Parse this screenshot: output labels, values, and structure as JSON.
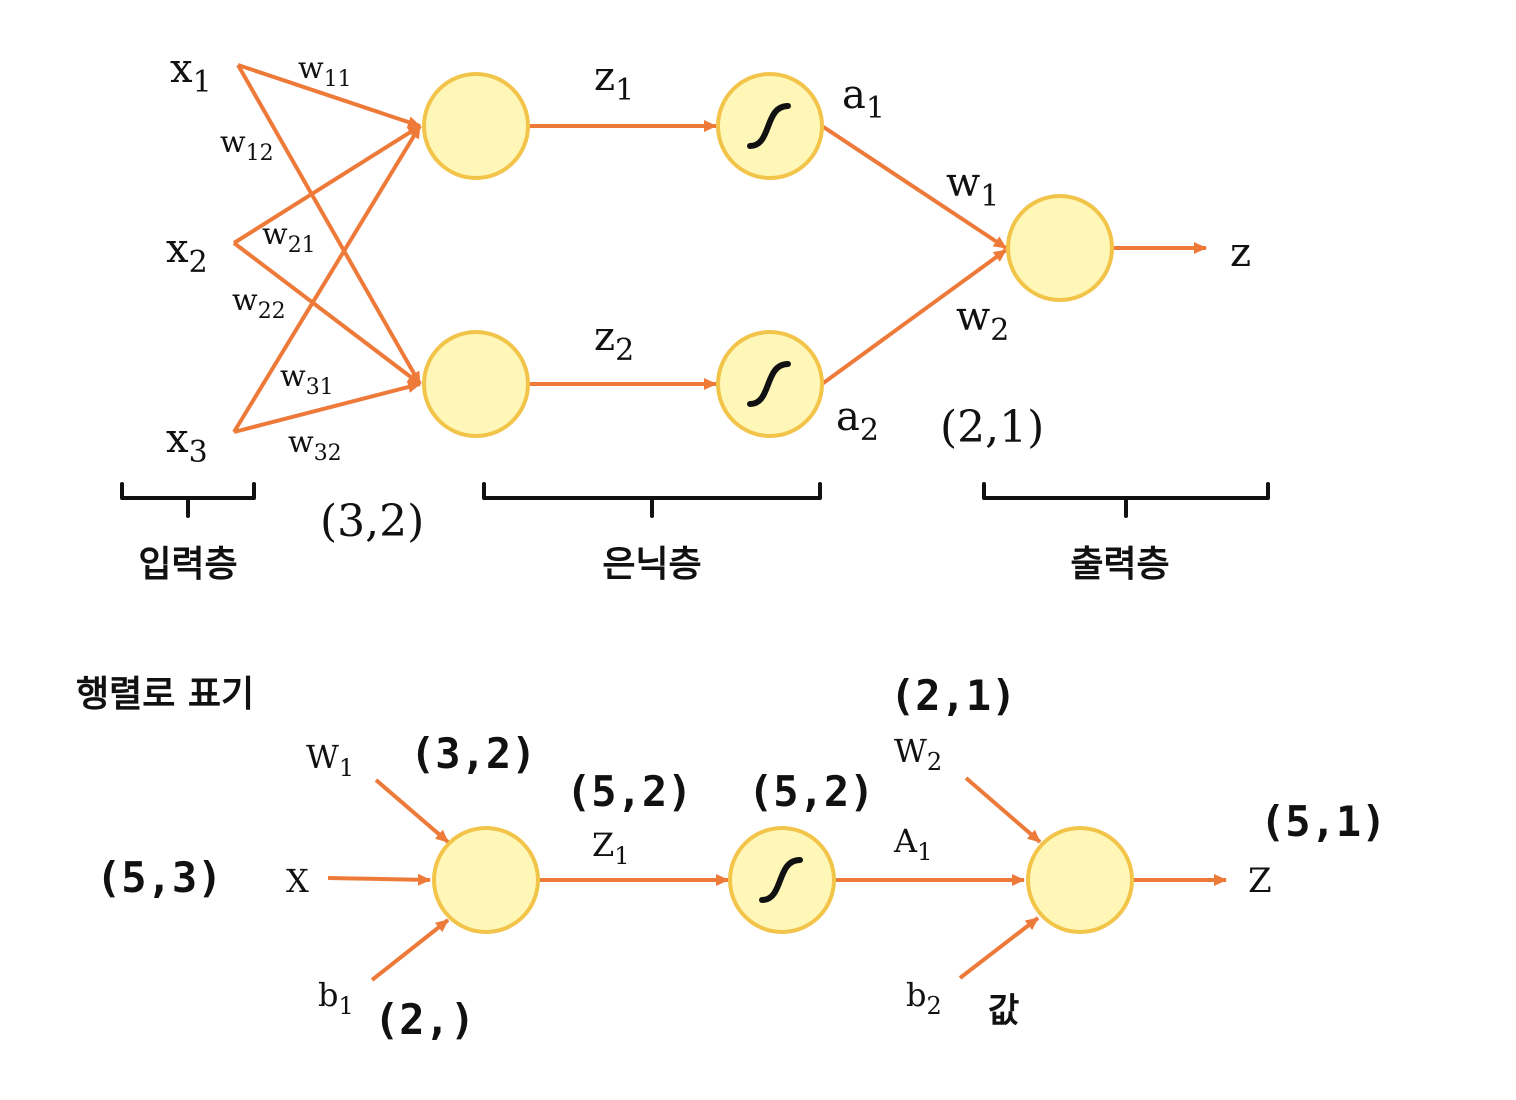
{
  "top": {
    "inputs": {
      "x1": "x",
      "x1_sub": "1",
      "x2": "x",
      "x2_sub": "2",
      "x3": "x",
      "x3_sub": "3"
    },
    "weights": {
      "w11": "w",
      "w11_sub": "11",
      "w12": "w",
      "w12_sub": "12",
      "w21": "w",
      "w21_sub": "21",
      "w22": "w",
      "w22_sub": "22",
      "w31": "w",
      "w31_sub": "31",
      "w32": "w",
      "w32_sub": "32",
      "w1": "w",
      "w1_sub": "1",
      "w2": "w",
      "w2_sub": "2"
    },
    "hidden": {
      "z1": "z",
      "z1_sub": "1",
      "z2": "z",
      "z2_sub": "2",
      "a1": "a",
      "a1_sub": "1",
      "a2": "a",
      "a2_sub": "2"
    },
    "output": {
      "z": "z"
    },
    "shapes": {
      "w_hidden": "(3,2)",
      "w_output": "(2,1)"
    },
    "layers": {
      "input": "입력층",
      "hidden": "은닉층",
      "output": "출력층"
    }
  },
  "bottom": {
    "title": "행렬로 표기",
    "labels": {
      "W1": "W",
      "W1_sub": "1",
      "X": "X",
      "b1": "b",
      "b1_sub": "1",
      "Z1": "Z",
      "Z1_sub": "1",
      "A1": "A",
      "A1_sub": "1",
      "W2": "W",
      "W2_sub": "2",
      "b2": "b",
      "b2_sub": "2",
      "Z": "Z",
      "value": "값"
    },
    "shapes": {
      "X": "(5,3)",
      "W1": "(3,2)",
      "b1": "(2,)",
      "Z1": "(5,2)",
      "A1": "(5,2)",
      "W2": "(2,1)",
      "Z": "(5,1)"
    }
  },
  "colors": {
    "edge": "#ee7a3a",
    "node_fill": "#fff7b8",
    "node_stroke": "#f2c44a"
  },
  "icons": {
    "activation": "sigmoid-icon"
  }
}
